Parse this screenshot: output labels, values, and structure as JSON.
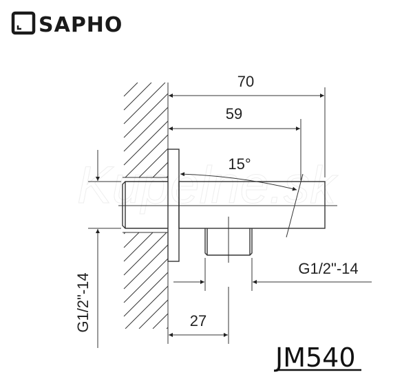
{
  "brand": {
    "name": "SAPHO"
  },
  "watermark": "Kupelne.sk",
  "drawing": {
    "dimensions": {
      "overall_length": "70",
      "outlet_length": "59",
      "angle": "15°",
      "outlet_offset": "27",
      "outlet_thread": "G1/2\"-14",
      "inlet_thread": "G1/2\"-14"
    },
    "model": "JM540"
  }
}
